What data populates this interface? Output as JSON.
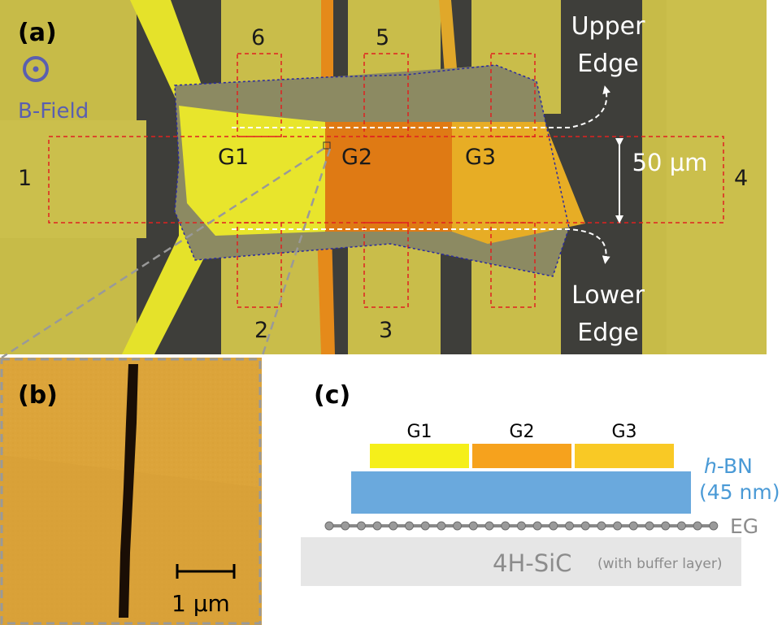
{
  "panel_a": {
    "panel_label": "(a)",
    "field_label": "B-Field",
    "contacts": [
      "1",
      "2",
      "3",
      "4",
      "5",
      "6"
    ],
    "gates": [
      "G1",
      "G2",
      "G3"
    ],
    "upper_edge_line1": "Upper",
    "upper_edge_line2": "Edge",
    "lower_edge_line1": "Lower",
    "lower_edge_line2": "Edge",
    "scale_label": "50 μm"
  },
  "panel_b": {
    "panel_label": "(b)",
    "scale_label": "1 μm"
  },
  "panel_c": {
    "panel_label": "(c)",
    "gates": [
      "G1",
      "G2",
      "G3"
    ],
    "hbn_prefix": "h",
    "hbn_suffix": "-BN",
    "hbn_thickness": "(45 nm)",
    "eg_label": "EG",
    "substrate_label": "4H-SiC",
    "substrate_note": "(with buffer layer)"
  },
  "colors": {
    "g1": "#f5ef1a",
    "g2": "#f6a21d",
    "g3": "#f9c925",
    "hbn": "#6aa9dd",
    "hbn_text": "#4a9ad6",
    "substrate": "#e6e6e6",
    "eg_text": "#8c8c8c",
    "bfield": "#5a5fb0",
    "outline_red": "#e02020",
    "outline_blue": "#2a2aa0"
  }
}
